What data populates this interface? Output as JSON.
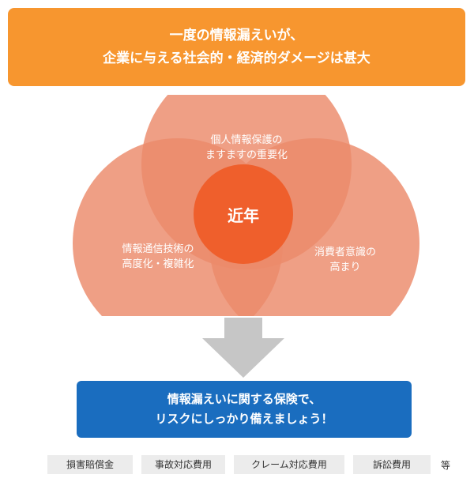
{
  "header": {
    "line1": "一度の情報漏えいが、",
    "line2": "企業に与える社会的・経済的ダメージは甚大"
  },
  "venn": {
    "top": {
      "line1": "個人情報保護の",
      "line2": "ますますの重要化"
    },
    "left": {
      "line1": "情報通信技術の",
      "line2": "高度化・複雑化"
    },
    "right": {
      "line1": "消費者意識の",
      "line2": "高まり"
    },
    "center": "近年",
    "colors": {
      "circle": "#eb8a6a",
      "center": "#ef5f2c"
    }
  },
  "conclusion": {
    "line1": "情報漏えいに関する保険で、",
    "line2": "リスクにしっかり備えましょう！"
  },
  "coverage": {
    "items": [
      "損害賠償金",
      "事故対応費用",
      "クレーム対応費用",
      "訴訟費用"
    ],
    "suffix": "等"
  }
}
